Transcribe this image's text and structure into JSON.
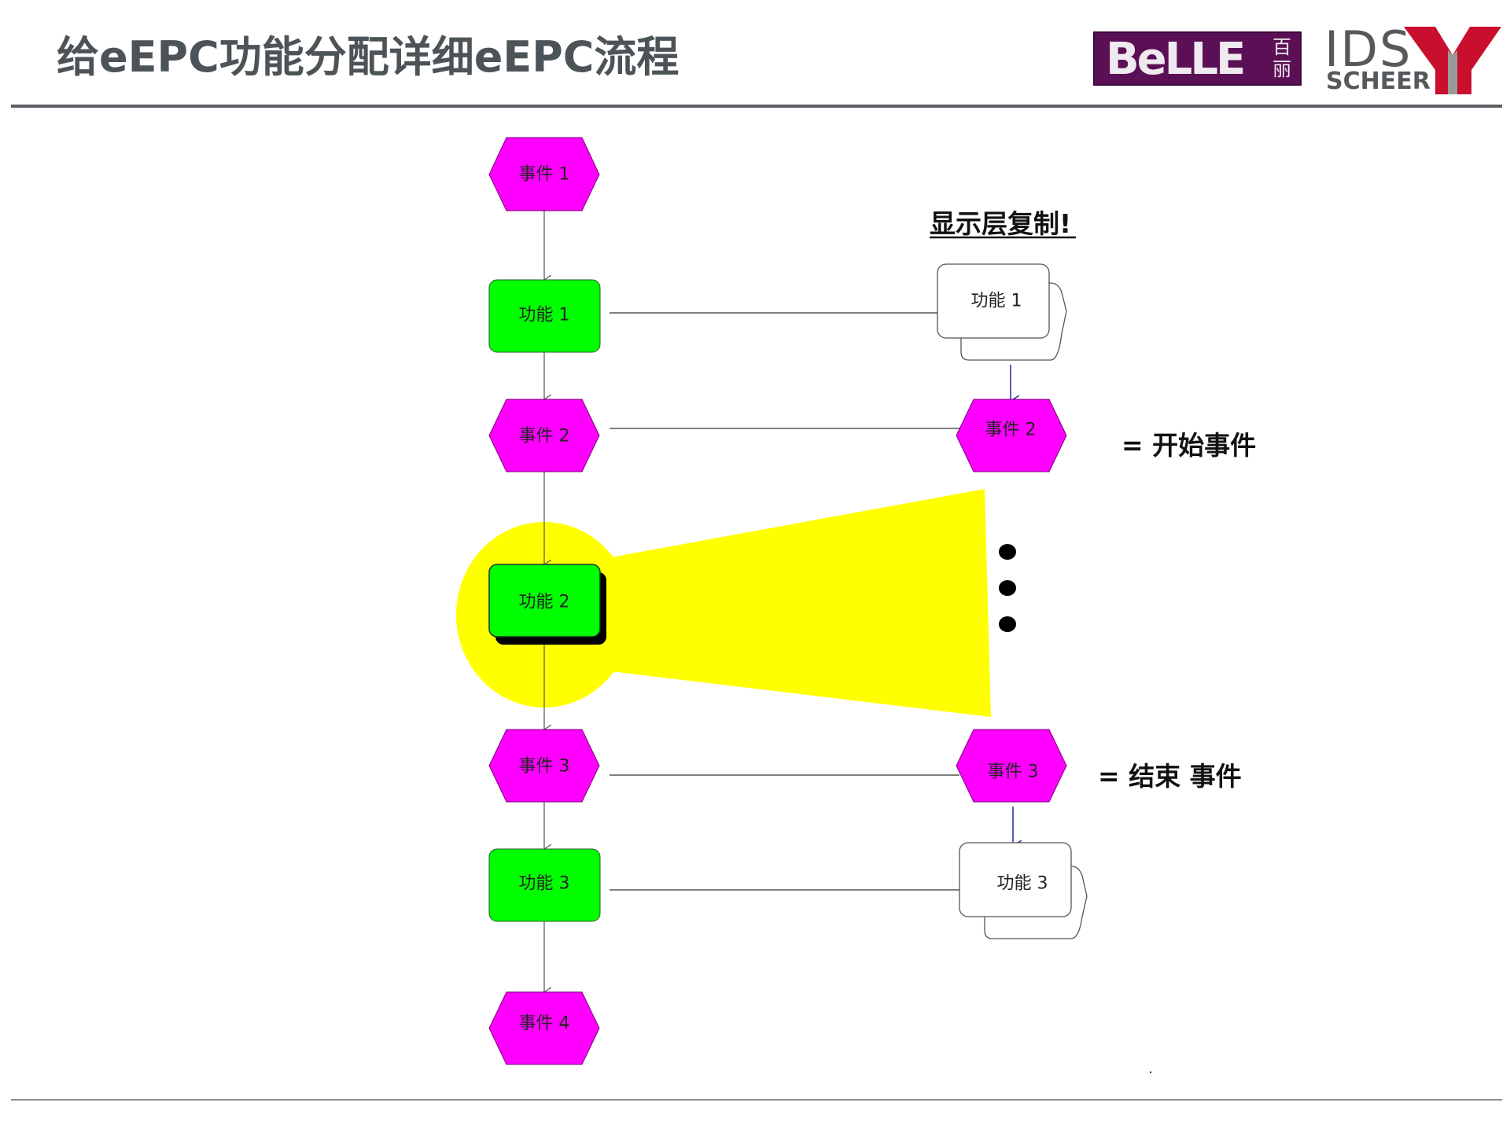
{
  "title": "给eEPC功能分配详细eEPC流程",
  "logos": {
    "belle_text": "BeLLE",
    "belle_hanzi": "百丽",
    "ids_text": "IDS",
    "scheer_text": "SCHEER"
  },
  "colors": {
    "event": "#ff00ff",
    "function": "#00ff00",
    "highlight": "#ffff00",
    "detail_link": "#1f2a9e",
    "title": "#4d5458"
  },
  "main_flow": {
    "event_1": "事件 1",
    "function_1": "功能 1",
    "event_2": "事件 2",
    "function_2": "功能 2",
    "event_3": "事件 3",
    "function_3": "功能 3",
    "event_4": "事件 4"
  },
  "detail_flow": {
    "heading": "显示层复制!",
    "function_1": "功能 1",
    "event_2": "事件 2",
    "event_3": "事件 3",
    "function_3": "功能 3"
  },
  "notes": {
    "start_event": "= 开始事件",
    "end_event": "= 结束 事件"
  }
}
